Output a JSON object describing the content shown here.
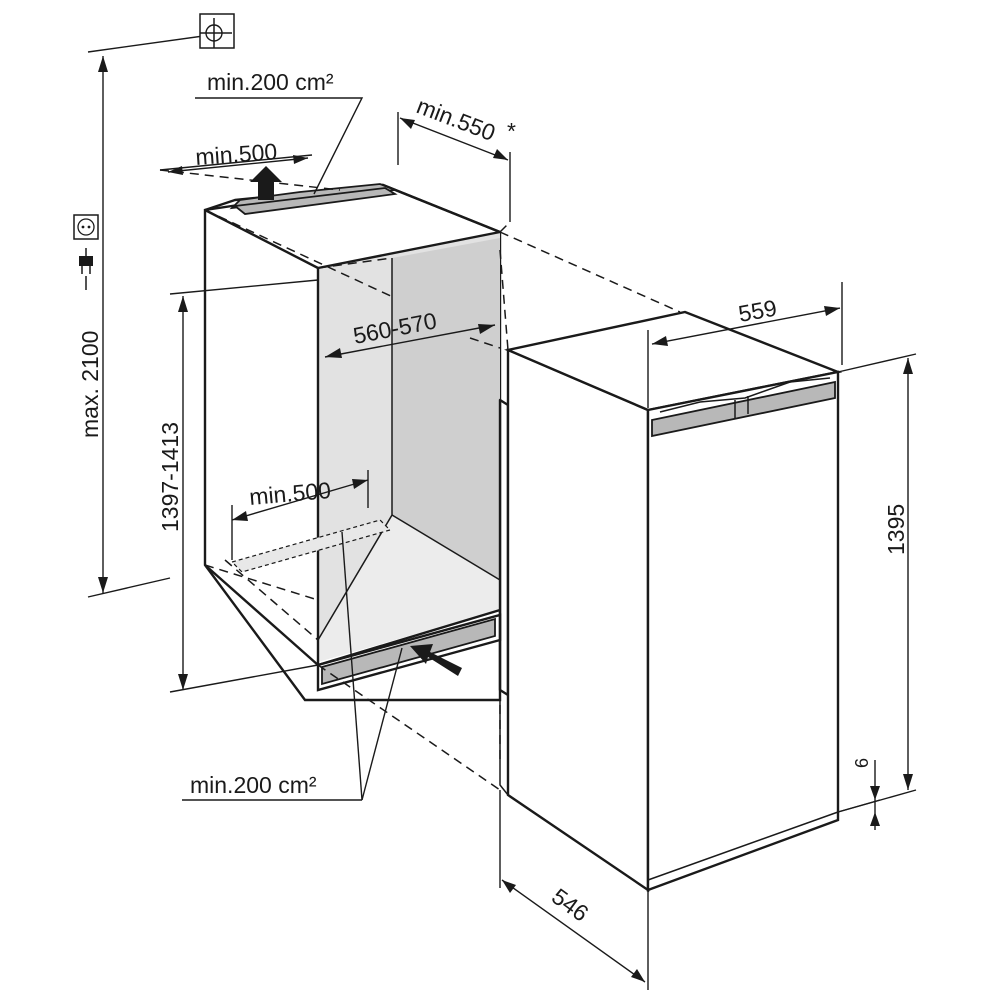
{
  "labels": {
    "dim_max_height": "max. 2100",
    "dim_niche_height": "1397-1413",
    "dim_niche_width": "560-570",
    "dim_min_depth": "min.550",
    "dim_min_depth_note": "*",
    "dim_vent_top_depth": "min.500",
    "dim_vent_bottom_depth": "min.500",
    "vent_top_area": "min.200 cm²",
    "vent_bottom_area": "min.200 cm²",
    "dim_appliance_width": "559",
    "dim_appliance_height": "1395",
    "dim_appliance_depth": "546",
    "dim_gap": "6"
  },
  "icons": {
    "socket": "power-socket-icon",
    "plug": "power-plug-icon",
    "top_connection": "top-connection-symbol-icon"
  }
}
